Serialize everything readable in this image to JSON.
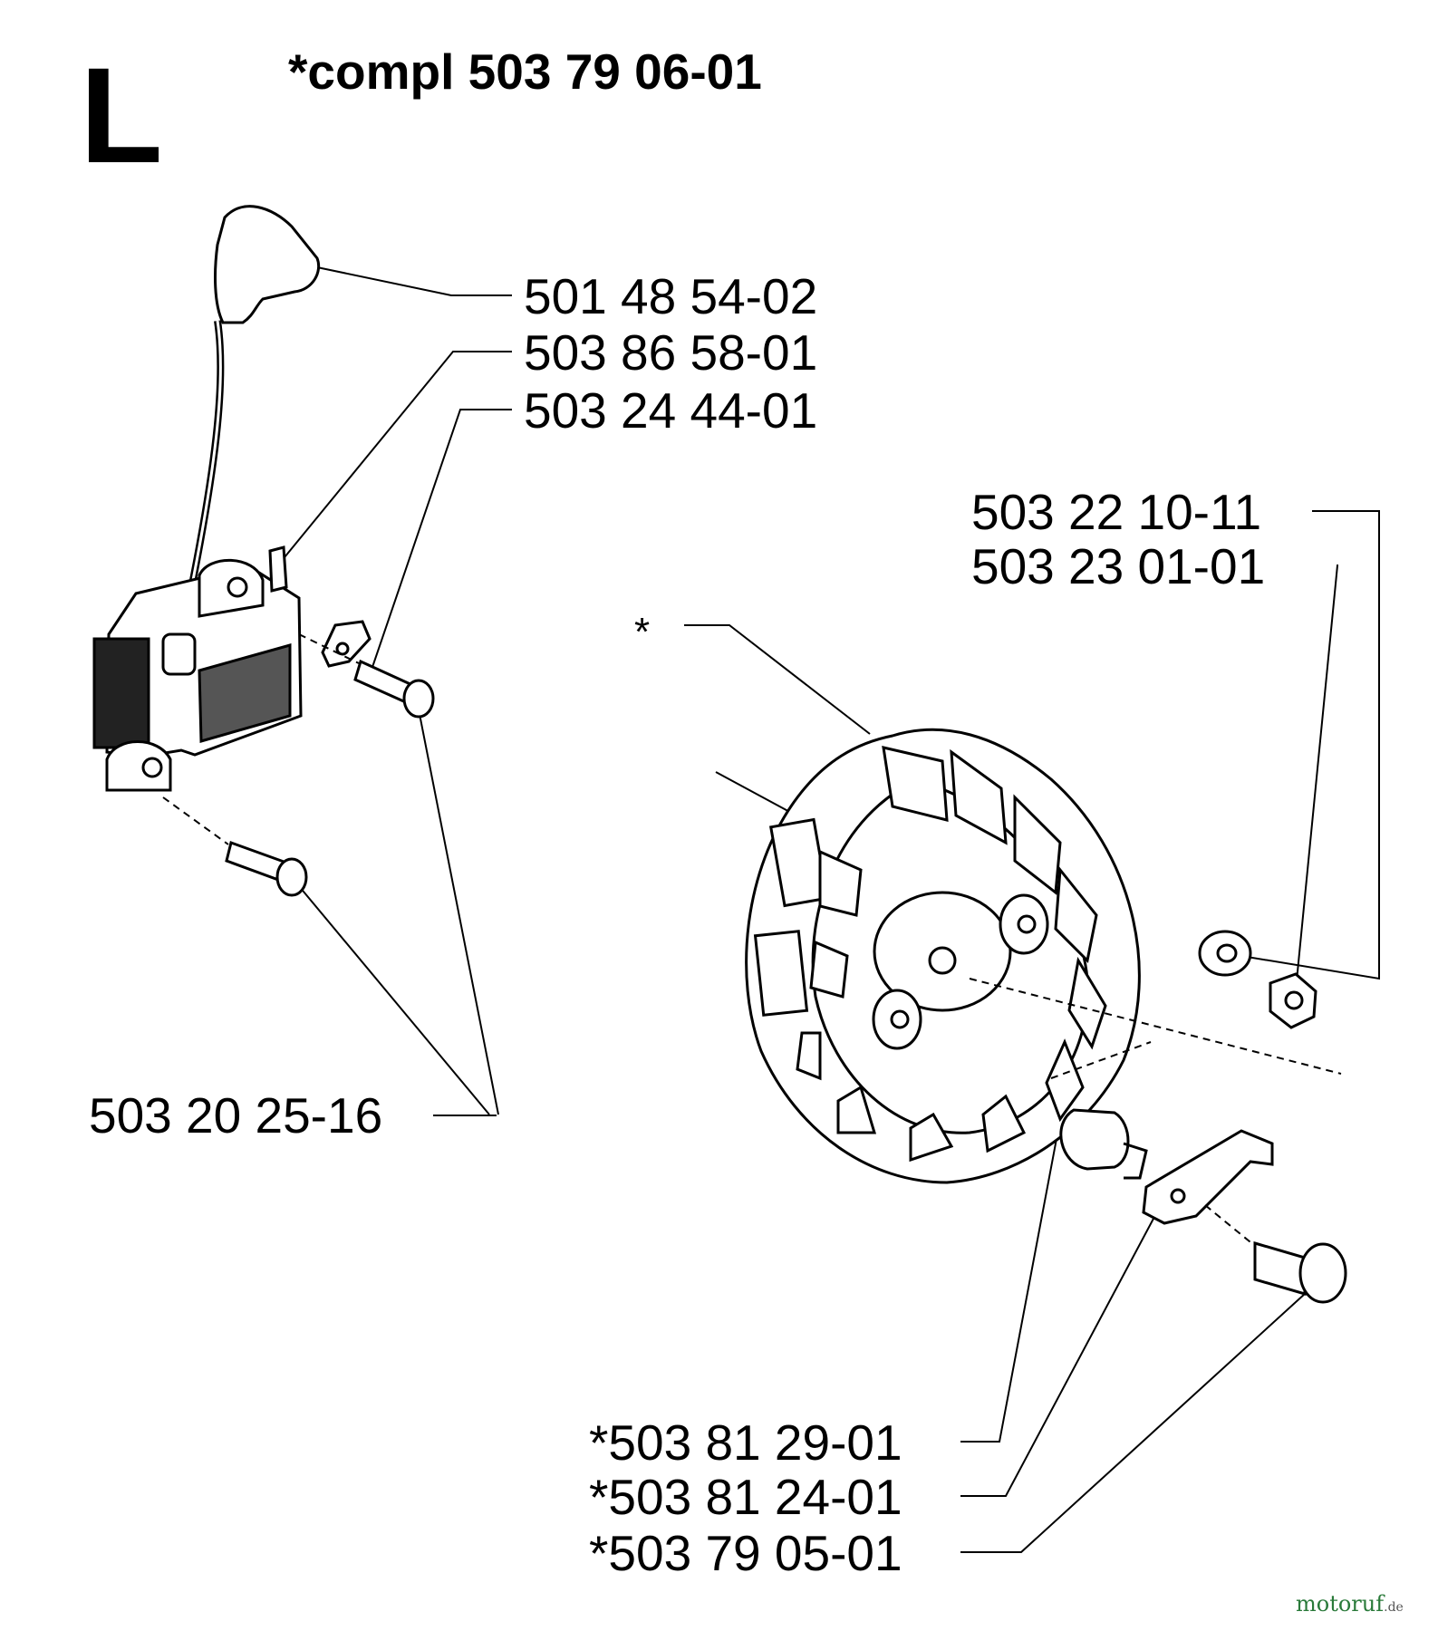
{
  "section_letter": "L",
  "compl_label": "*compl 503 79 06-01",
  "asterisk": "*",
  "part_numbers": {
    "spark_cap": "501 48 54-02",
    "ignition_module": "503 86 58-01",
    "terminal": "503 24 44-01",
    "module_screws": "503 20 25-16",
    "washer": "503 22 10-11",
    "nut": "503 23 01-01",
    "spring": "*503 81 29-01",
    "pawl": "*503 81 24-01",
    "pawl_pin": "*503 79 05-01"
  },
  "watermark": {
    "brand": "motoruf",
    "suffix": ".de"
  },
  "colors": {
    "ink": "#000000",
    "paper": "#ffffff",
    "wm_m": "#c0392b",
    "wm_o": "#e67e22",
    "wm_t": "#27ae60",
    "wm_r": "#2980b9",
    "wm_u": "#8e44ad"
  }
}
